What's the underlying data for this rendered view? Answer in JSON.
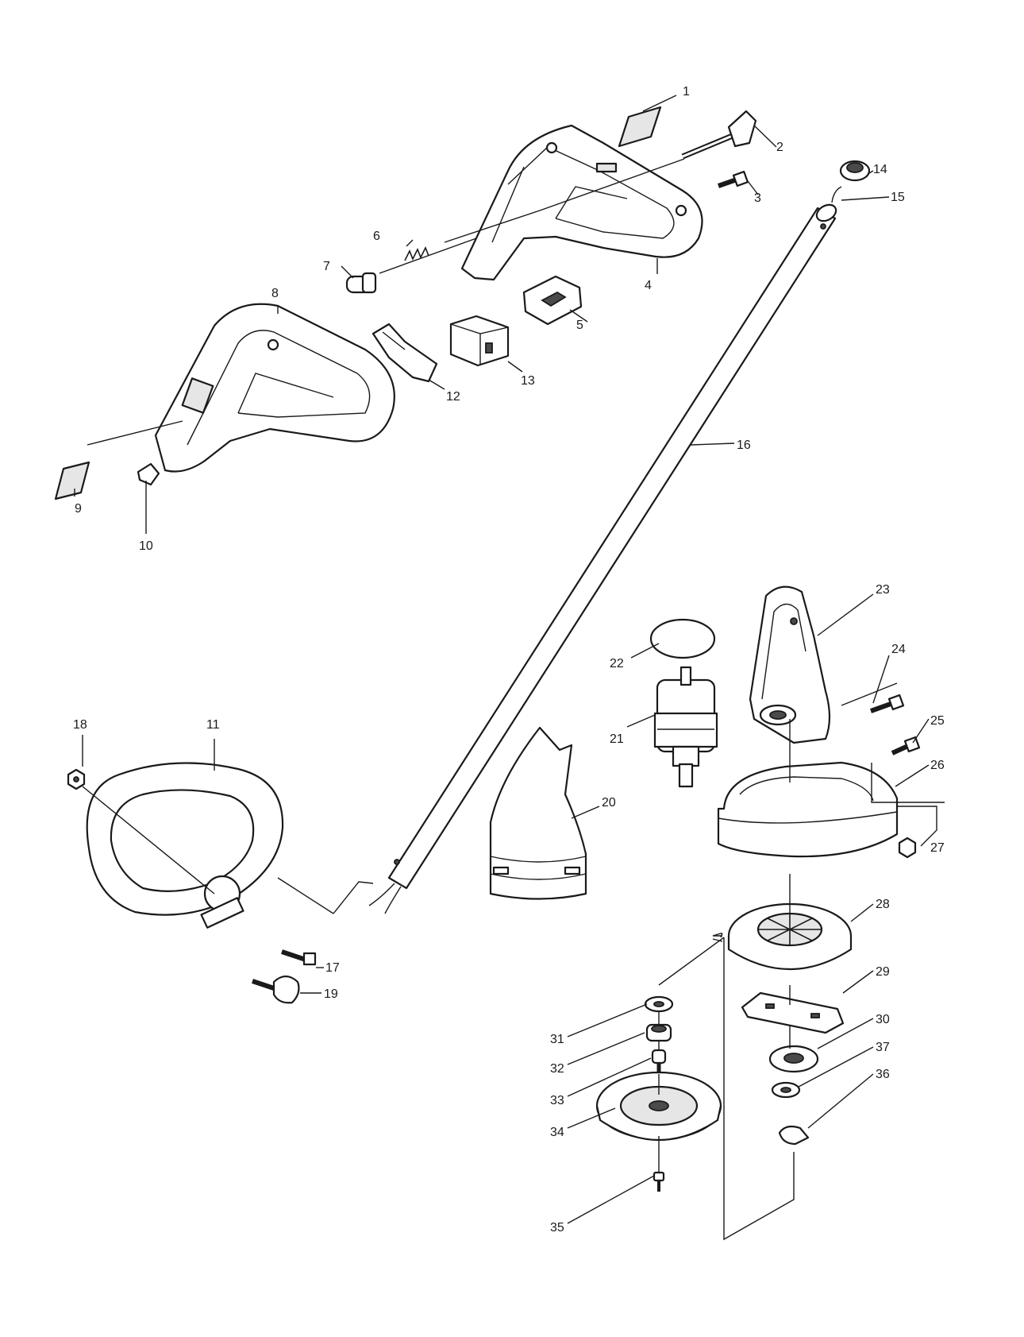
{
  "diagram": {
    "labels": [
      "1",
      "2",
      "3",
      "4",
      "5",
      "6",
      "7",
      "8",
      "9",
      "10",
      "11",
      "12",
      "13",
      "14",
      "15",
      "16",
      "17",
      "18",
      "19",
      "20",
      "21",
      "22",
      "23",
      "24",
      "25",
      "26",
      "27",
      "28",
      "29",
      "30",
      "31",
      "32",
      "33",
      "34",
      "35",
      "36",
      "37"
    ]
  }
}
